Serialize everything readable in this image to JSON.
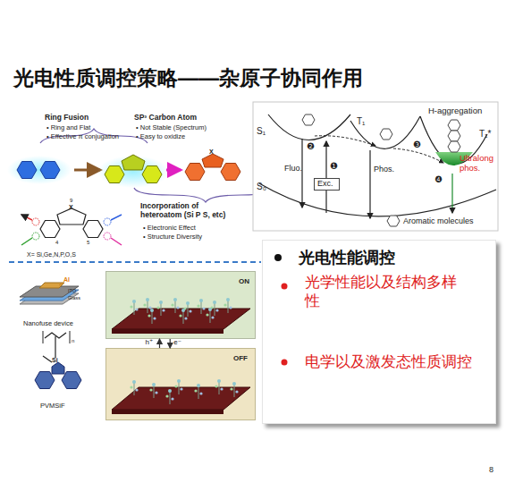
{
  "diagram": {
    "title": "光电性质调控策略——杂原子协同作用",
    "nodes": [
      {
        "text": [
          "Exc."
        ]
      },
      {
        "text": [
          "ON"
        ]
      },
      {
        "text": [
          "OFF"
        ]
      },
      {
        "text": [
          "光电性能调控",
          "光学性能以及结构多样性",
          "电学以及激发态性质调控"
        ]
      }
    ],
    "edges": [
      {
        "from": 2,
        "to": 1,
        "label": "h⁺",
        "arrow": "to"
      },
      {
        "from": 1,
        "to": 2,
        "label": "e⁻",
        "arrow": "to"
      }
    ],
    "labels": [
      "Ring Fusion",
      "• Ring and Flat",
      "• Effective π conjugation",
      "SP³ Carbon Atom",
      "• Not Stable (Spectrum)",
      "• Easy to oxidize",
      "Incorporation of heteroatom (Si P S, etc)",
      "• Electronic Effect",
      "• Structure Diversity",
      "9",
      "X",
      "4",
      "5",
      "X= Si,Ge,N,P,O,S",
      "X",
      "S₁",
      "T₁",
      "H-aggregation",
      "T₁*",
      "❶",
      "❷",
      "❸",
      "❹",
      "Fluo.",
      "Phos.",
      "Ultralong phos.",
      "S₀",
      "Al",
      "ITO",
      "Glass",
      "Nanofuse device",
      "Si",
      "n",
      "PVMSiF",
      "8"
    ],
    "legend": [
      {
        "text": "Aromatic molecules"
      }
    ]
  }
}
